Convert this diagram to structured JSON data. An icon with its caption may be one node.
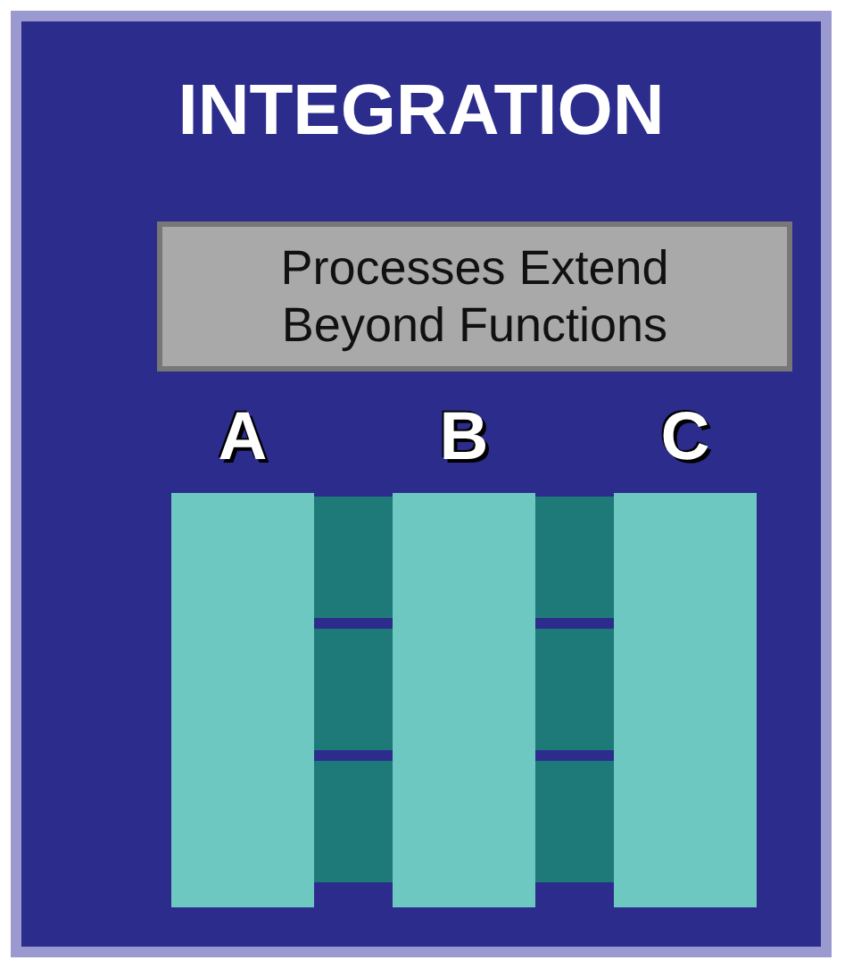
{
  "diagram": {
    "title": "INTEGRATION",
    "nodes": [
      {
        "text": [
          "Processes Extend Beyond Functions"
        ]
      },
      {
        "text": [
          "A"
        ]
      },
      {
        "text": [
          "B"
        ]
      },
      {
        "text": [
          "C"
        ]
      }
    ]
  }
}
